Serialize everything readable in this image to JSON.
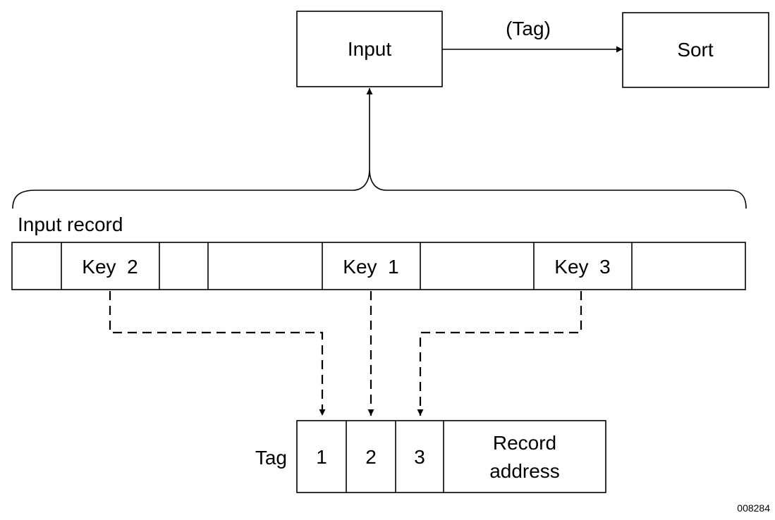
{
  "diagram": {
    "input_box": "Input",
    "sort_box": "Sort",
    "arrow_label": "(Tag)",
    "input_record_label": "Input record",
    "record_fields": {
      "key2": "Key  2",
      "key1": "Key  1",
      "key3": "Key  3"
    },
    "tag_label": "Tag",
    "tag_fields": {
      "f1": "1",
      "f2": "2",
      "f3": "3",
      "address_line1": "Record",
      "address_line2": "address"
    },
    "figure_id": "008284"
  }
}
